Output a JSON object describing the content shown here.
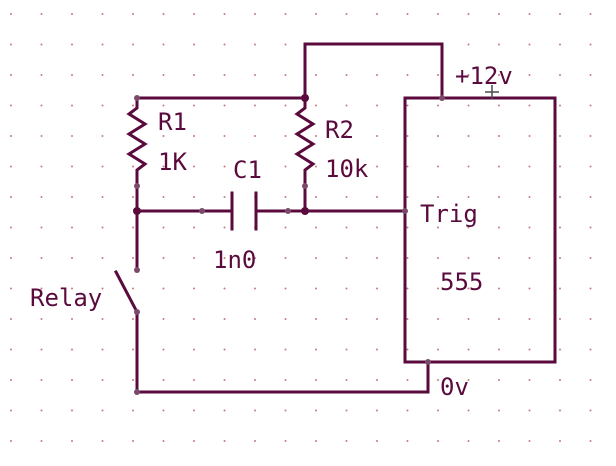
{
  "schematic": {
    "colors": {
      "wire": "#5a0a3c",
      "grid": "#c77a7a",
      "background": "#ffffff"
    },
    "labels": {
      "r1_ref": "R1",
      "r1_value": "1K",
      "r2_ref": "R2",
      "r2_value": "10k",
      "c1_ref": "C1",
      "c1_value": "1n0",
      "relay": "Relay",
      "supply": "+12v",
      "trig_pin": "Trig",
      "ic_name": "555",
      "ground": "0v"
    },
    "components": [
      {
        "type": "resistor",
        "ref": "R1",
        "value": "1K"
      },
      {
        "type": "resistor",
        "ref": "R2",
        "value": "10k"
      },
      {
        "type": "capacitor",
        "ref": "C1",
        "value": "1n0"
      },
      {
        "type": "switch",
        "ref": "Relay"
      },
      {
        "type": "ic",
        "ref": "555",
        "pin": "Trig"
      }
    ],
    "icons": [
      "crosshair-cursor-icon"
    ]
  }
}
